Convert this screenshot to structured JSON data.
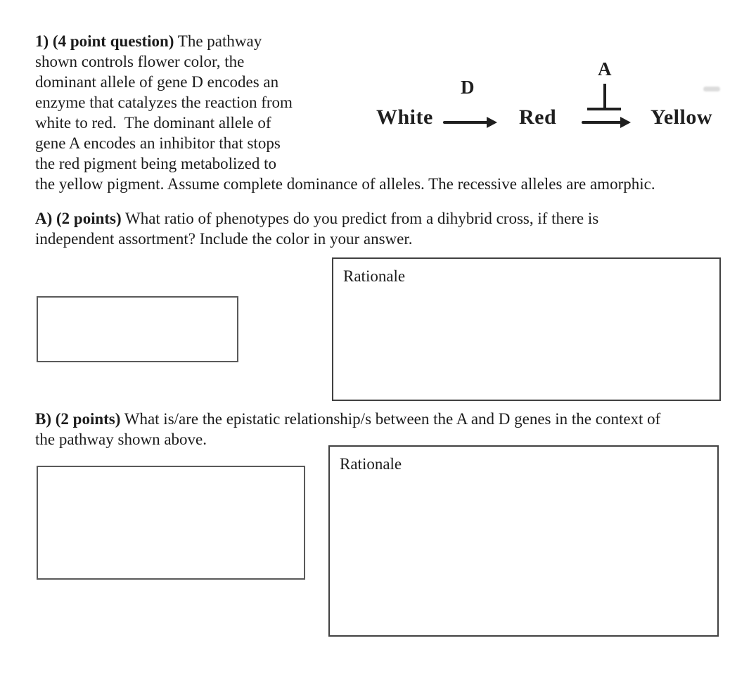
{
  "question": {
    "points_label": "1) (4 point question)",
    "intro_wrapped": " The pathway\nshown controls flower color, the\ndominant allele of gene D encodes an\nenzyme that catalyzes the reaction from\nwhite to red.  The dominant allele of\ngene A encodes an inhibitor that stops\nthe red pigment being metabolized to",
    "intro_continuation": "the yellow pigment. Assume complete dominance of alleles. The recessive alleles are amorphic."
  },
  "diagram": {
    "start_substrate": "White",
    "intermediate_substrate": "Red",
    "end_substrate": "Yellow",
    "gene_d_label": "D",
    "gene_a_label": "A",
    "ink_color": "#1f1f1f"
  },
  "part_a": {
    "points_label": "A) (2 points)",
    "question_text": " What ratio of phenotypes do you predict from a dihybrid cross, if there is\nindependent assortment? Include the color in your answer.",
    "answer_value": "",
    "rationale_label": "Rationale",
    "rationale_value": ""
  },
  "part_b": {
    "points_label": "B) (2 points)",
    "question_text": " What is/are the epistatic relationship/s between the A and D genes in the context of\nthe pathway shown above.",
    "answer_value": "",
    "rationale_label": "Rationale",
    "rationale_value": ""
  }
}
